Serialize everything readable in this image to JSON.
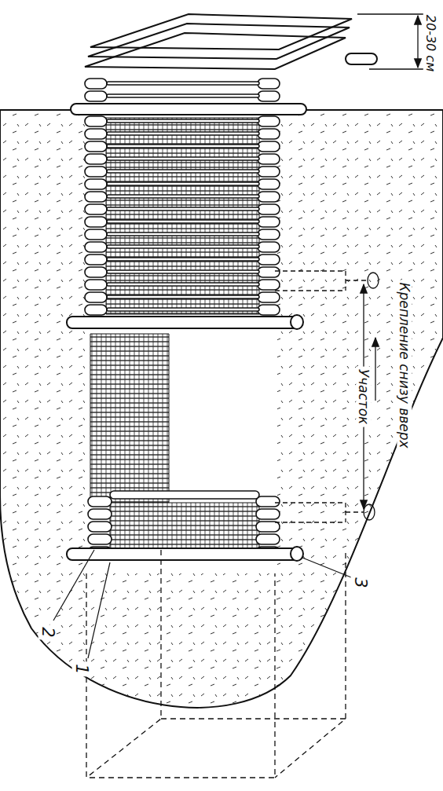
{
  "diagram": {
    "labels": [
      "20-30 см",
      "Участок",
      "Крепление снизу вверх",
      "1",
      "2",
      "3"
    ]
  }
}
